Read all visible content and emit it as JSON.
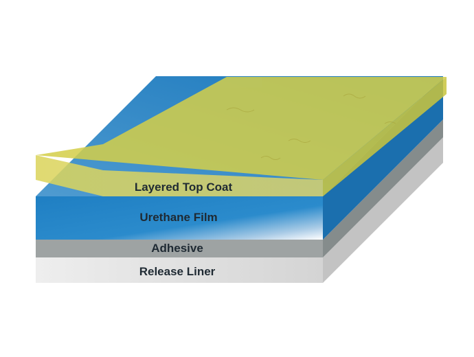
{
  "labels": {
    "top_coat": "Layered Top Coat",
    "urethane": "Urethane Film",
    "adhesive": "Adhesive",
    "release_liner": "Release Liner"
  },
  "colors": {
    "top_coat": "#d9d35a",
    "urethane": "#1e7fc4",
    "adhesive": "#9ea3a3",
    "release_liner": "#dcdcdc"
  }
}
